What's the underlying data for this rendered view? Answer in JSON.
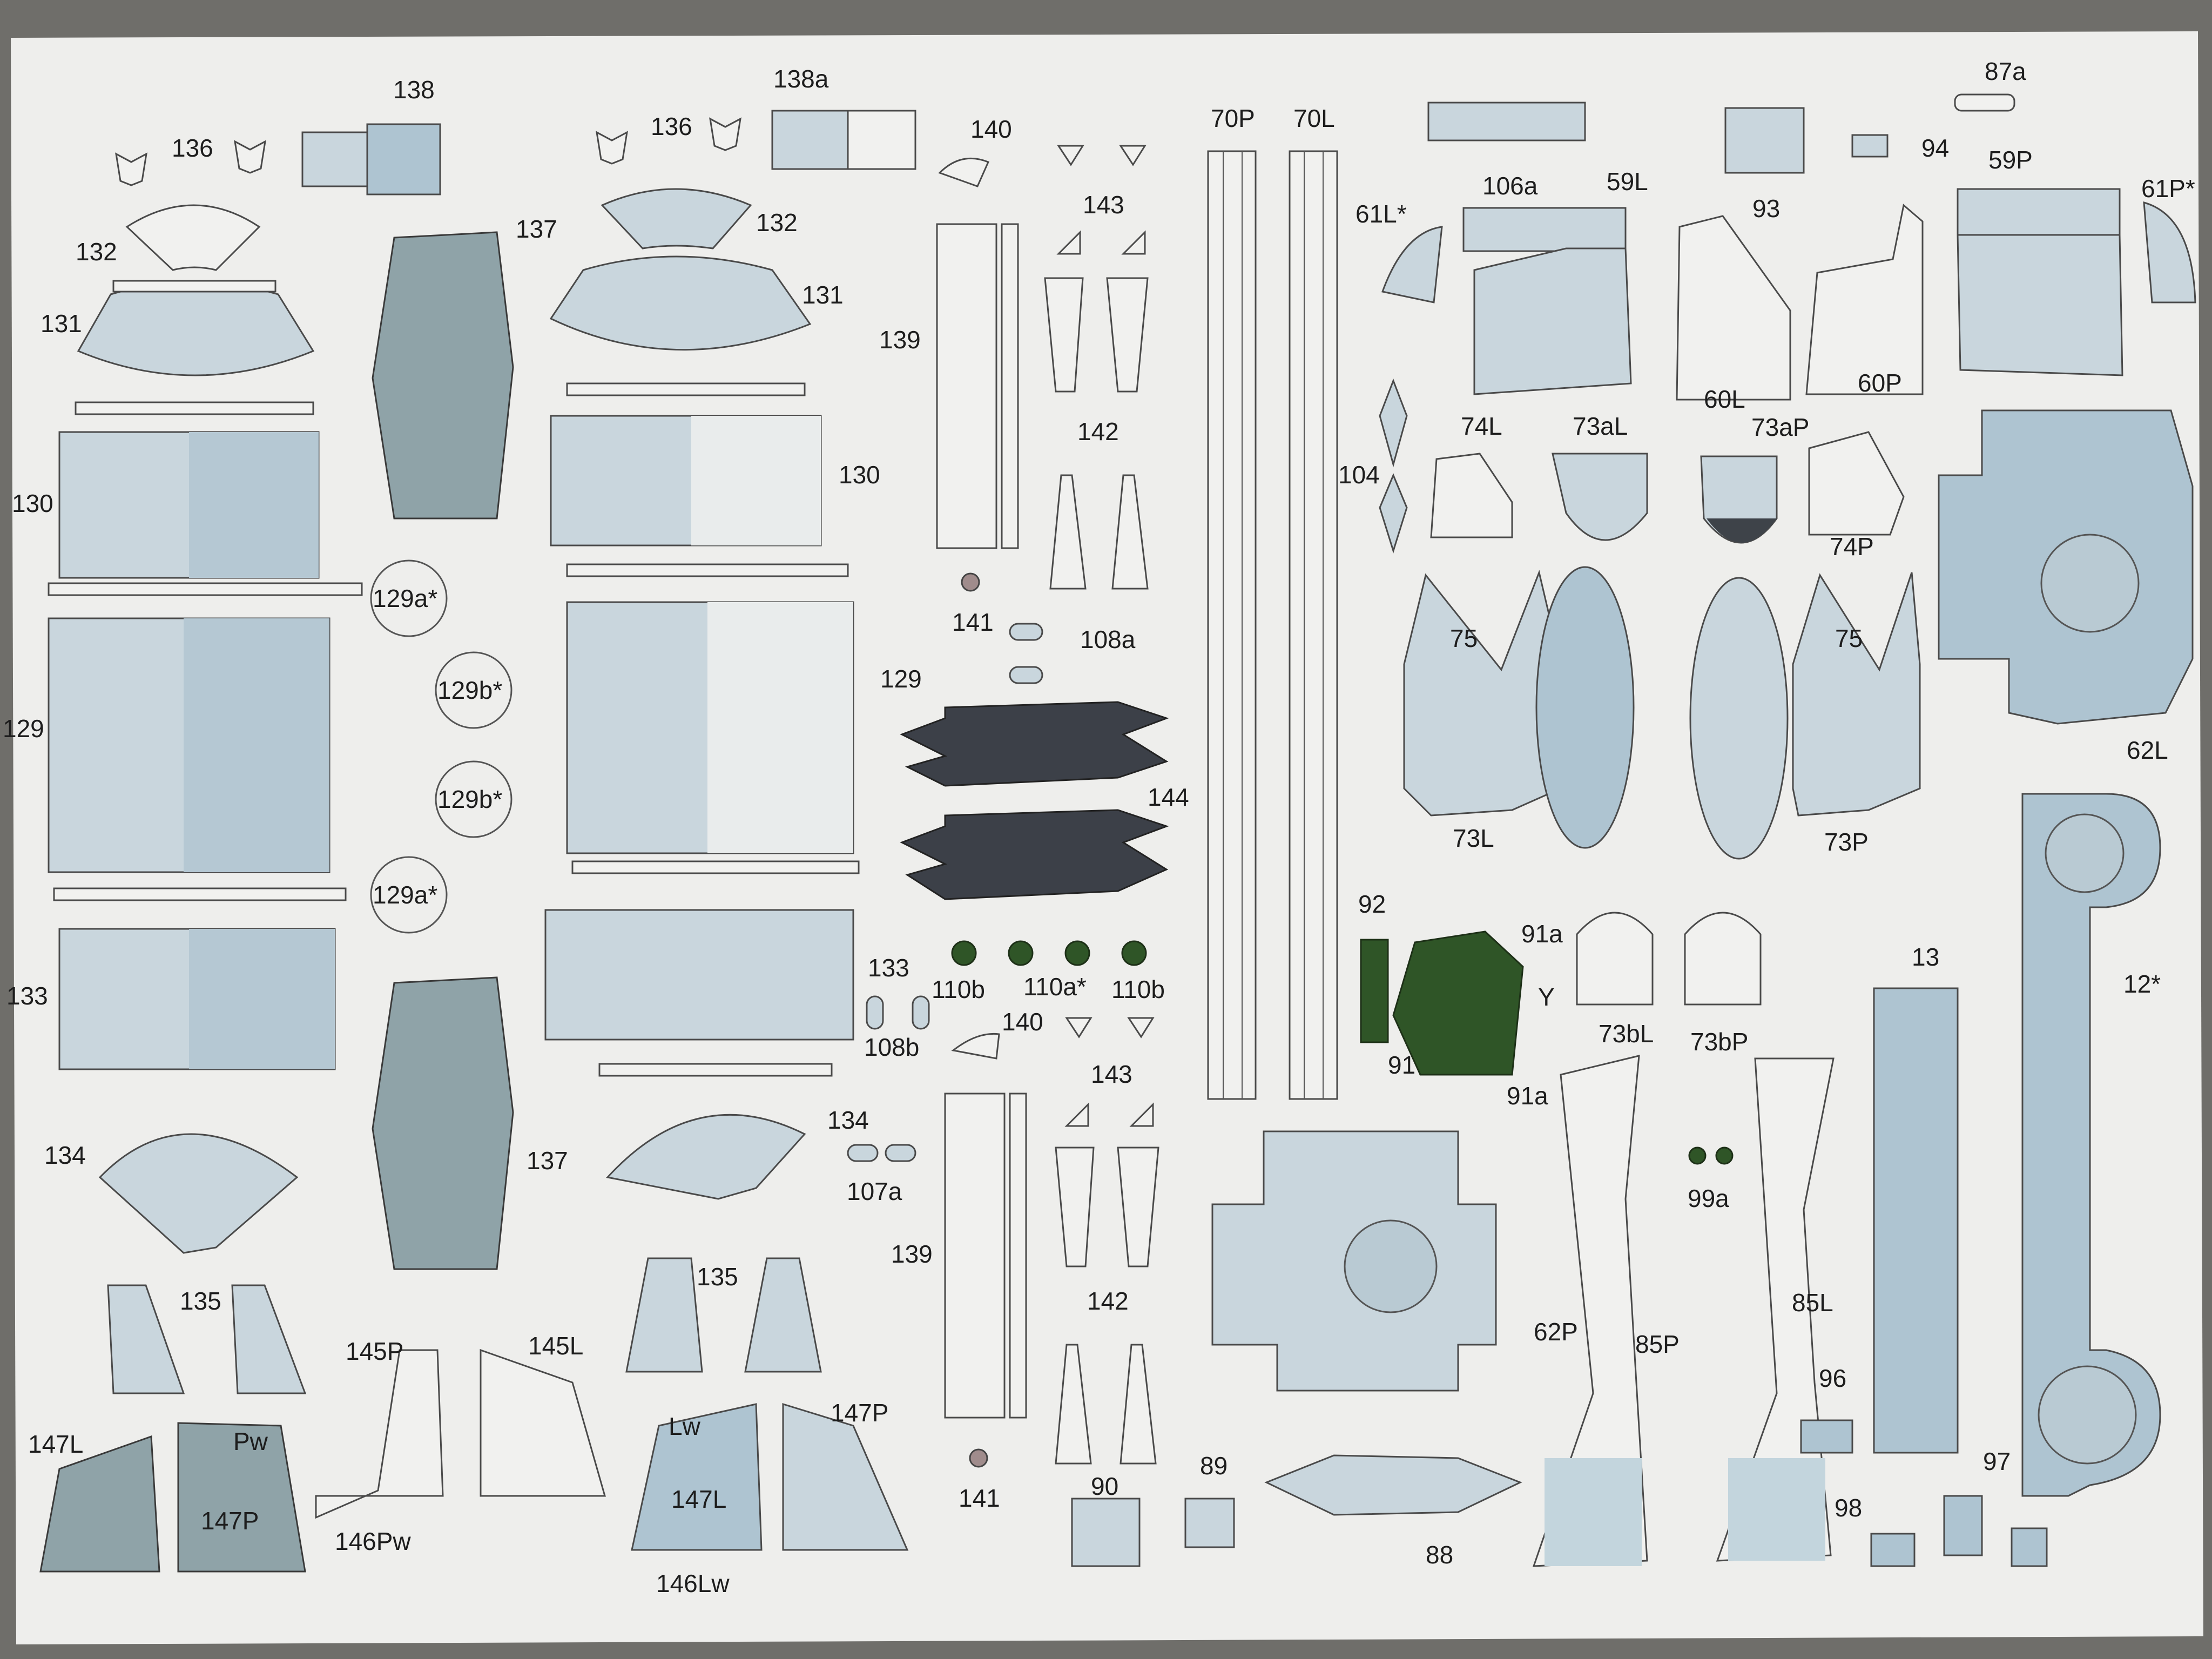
{
  "sheet": {
    "background": "#eeeeec",
    "table": "#6f6e6a",
    "colors": {
      "light_grey": "#c9d6dd",
      "blue_grey": "#aec4d1",
      "dark": "#3c4048",
      "green": "#2f5527",
      "sage": "#8fa3a8"
    }
  },
  "labels": {
    "l136a": "136",
    "l138": "138",
    "l132a": "132",
    "l131a": "131",
    "l137a": "137",
    "l130a": "130",
    "l129a1": "129a*",
    "l129b1": "129b*",
    "l129b2": "129b*",
    "l129a2": "129a*",
    "l129a": "129",
    "l133a": "133",
    "l137b": "137",
    "l134a": "134",
    "l135a": "135",
    "l147La": "147L",
    "lPw": "Pw",
    "l147Pa": "147P",
    "l146Pw": "146Pw",
    "l145Pa": "145P",
    "l145La": "145L",
    "l136b": "136",
    "l138a": "138a",
    "l132b": "132",
    "l131b": "131",
    "l130b": "130",
    "l129b": "129",
    "l133b": "133",
    "l134b": "134",
    "l135b": "135",
    "lLw": "Lw",
    "l147Lb": "147L",
    "l147Pb": "147P",
    "l146Lw": "146Lw",
    "l140a": "140",
    "l139a": "139",
    "l141a": "141",
    "l108a": "108a",
    "l144": "144",
    "l110b1": "110b",
    "l110a": "110a*",
    "l110b2": "110b",
    "l108b": "108b",
    "l140b": "140",
    "l107a": "107a",
    "l139b": "139",
    "l141b": "141",
    "l143a": "143",
    "l142a": "142",
    "l143b": "143",
    "l142b": "142",
    "l90": "90",
    "l89": "89",
    "l88": "88",
    "l70P": "70P",
    "l70L": "70L",
    "l62P": "62P",
    "l106a": "106a",
    "l59L": "59L",
    "l61L": "61L*",
    "l104": "104",
    "l74L": "74L",
    "l73aL": "73aL",
    "l75a": "75",
    "l73L": "73L",
    "l92": "92",
    "l91a1": "91a",
    "lY": "Y",
    "l91": "91",
    "l91a2": "91a",
    "l73bL": "73bL",
    "l85P": "85P",
    "l93": "93",
    "l94": "94",
    "l87a": "87a",
    "l59P": "59P",
    "l61P": "61P*",
    "l60L": "60L",
    "l60P": "60P",
    "l73aP": "73aP",
    "l74P": "74P",
    "l75b": "75",
    "l73P": "73P",
    "l62L": "62L",
    "l73bP": "73bP",
    "l13": "13",
    "l12": "12*",
    "l99a": "99a",
    "l85L": "85L",
    "l96": "96",
    "l97": "97",
    "l98": "98"
  }
}
